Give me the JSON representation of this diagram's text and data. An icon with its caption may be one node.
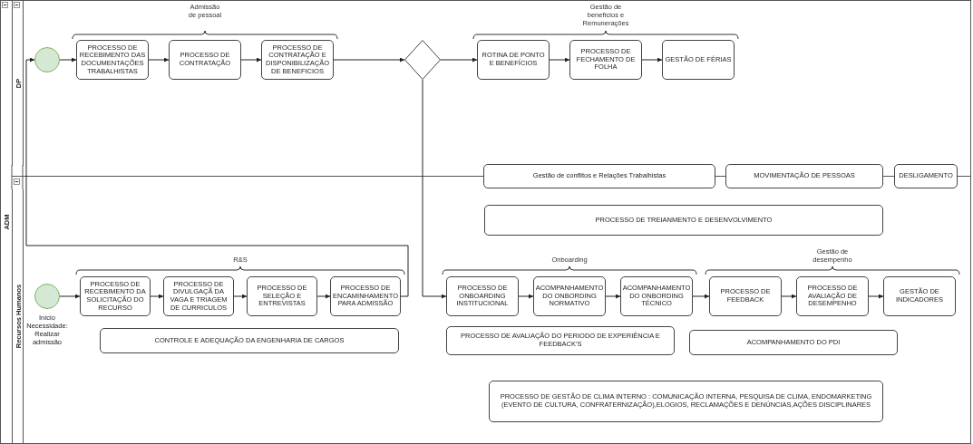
{
  "diagram": {
    "nodes": [
      {
        "text": [
          "ADM"
        ]
      },
      {
        "text": [
          "DP"
        ],
        "in": 0
      },
      {
        "text": [
          "Recursos Humanos"
        ],
        "in": 0
      },
      {
        "text": [],
        "shape": "circle",
        "in": 1
      },
      {
        "text": [
          "PROCESSO DE RECEBIMENTO DAS DOCUMENTAÇÕES TRABALHISTAS"
        ],
        "in": 1
      },
      {
        "text": [
          "PROCESSO DE CONTRATAÇÃO"
        ],
        "in": 1
      },
      {
        "text": [
          "PROCESSO DE CONTRATAÇÃO E DISPONIBILIZAÇÃO DE BENEFICIOS"
        ],
        "in": 1
      },
      {
        "text": [],
        "shape": "diamond",
        "in": 1
      },
      {
        "text": [
          "ROTINA DE PONTO E BENEFÍCIOS"
        ],
        "in": 1
      },
      {
        "text": [
          "PROCESSO DE FECHAMENTO DE FOLHA"
        ],
        "in": 1
      },
      {
        "text": [
          "GESTÃO DE FÉRIAS"
        ],
        "in": 1
      },
      {
        "text": [
          "Gestão de conflitos e Relações Trabalhistas"
        ],
        "in": 0
      },
      {
        "text": [
          "MOVIMENTAÇÃO DE PESSOAS"
        ],
        "in": 0
      },
      {
        "text": [
          "DESLIGAMENTO"
        ],
        "in": 0
      },
      {
        "text": [
          "PROCESSO DE TREIANMENTO E DESENVOLVIMENTO"
        ],
        "in": 2
      },
      {
        "text": [],
        "shape": "circle",
        "in": 2,
        "beside": [
          "Início Necessidade: Realizar admissão"
        ]
      },
      {
        "text": [
          "PROCESSO DE RECEBIMENTO DA SOLICITAÇÃO DO RECURSO"
        ],
        "in": 2
      },
      {
        "text": [
          "PROCESSO DE DIVULGAÇÃ DA VAGA E TRIAGEM DE CURRICULOS"
        ],
        "in": 2
      },
      {
        "text": [
          "PROCESSO DE SELEÇÃO E ENTREVISTAS"
        ],
        "in": 2
      },
      {
        "text": [
          "PROCESSO DE ENCAMINHAMENTO PARA ADMISSÃO"
        ],
        "in": 2
      },
      {
        "text": [
          "PROCESSO DE ONBOARDING INSTITUCIONAL"
        ],
        "in": 2
      },
      {
        "text": [
          "ACOMPANHAMENTO DO ONBORDING NORMATIVO"
        ],
        "in": 2
      },
      {
        "text": [
          "ACOMPANHAMENTO DO ONBORDING TÉCNICO"
        ],
        "in": 2
      },
      {
        "text": [
          "PROCESSO DE FEEDBACK"
        ],
        "in": 2
      },
      {
        "text": [
          "PROCESSO DE AVALIAÇÃO DE DESEMPENHO"
        ],
        "in": 2
      },
      {
        "text": [
          "GESTÃO DE INDICADORES"
        ],
        "in": 2
      },
      {
        "text": [
          "CONTROLE E ADEQUAÇÃO DA ENGENHARIA DE CARGOS"
        ],
        "in": 2
      },
      {
        "text": [
          "PROCESSO DE AVALIAÇÃO DO PERIODO DE EXPERIÊNCIA E FEEDBACK'S"
        ],
        "in": 2
      },
      {
        "text": [
          "ACOMPANHAMENTO DO PDI"
        ],
        "in": 2
      },
      {
        "text": [
          "PROCESSO DE GESTÃO DE CLIMA INTERNO : COMUNICAÇÃO INTERNA, PESQUISA DE CLIMA, ENDOMARKETING (EVENTO DE CULTURA, CONFRATERNIZAÇÃO),ELOGIOS, RECLAMAÇÕES E DENÚNCIAS,AÇÕES DISCIPLINARES"
        ],
        "in": 2
      }
    ],
    "edges": [
      {
        "from": 3,
        "to": 4,
        "arrow": "to"
      },
      {
        "from": 4,
        "to": 5,
        "arrow": "to"
      },
      {
        "from": 5,
        "to": 6,
        "arrow": "to"
      },
      {
        "from": 6,
        "to": 7,
        "arrow": "to"
      },
      {
        "from": 7,
        "to": 8,
        "arrow": "to"
      },
      {
        "from": 8,
        "to": 9,
        "arrow": "to"
      },
      {
        "from": 9,
        "to": 10,
        "arrow": "to"
      },
      {
        "from": 7,
        "to": 20,
        "arrow": "to"
      },
      {
        "from": 15,
        "to": 16,
        "arrow": "to"
      },
      {
        "from": 16,
        "to": 17,
        "arrow": "to"
      },
      {
        "from": 17,
        "to": 18,
        "arrow": "to"
      },
      {
        "from": 18,
        "to": 19,
        "arrow": "to"
      },
      {
        "from": 19,
        "to": 3,
        "arrow": "to"
      },
      {
        "from": 20,
        "to": 21,
        "arrow": "to"
      },
      {
        "from": 21,
        "to": 22,
        "arrow": "to"
      },
      {
        "from": 22,
        "to": 23,
        "arrow": "to"
      },
      {
        "from": 23,
        "to": 24,
        "arrow": "to"
      },
      {
        "from": 24,
        "to": 25,
        "arrow": "to"
      }
    ],
    "labels": [
      "Admissão de pessoal",
      "Gestão de benefícios e Remunerações",
      "R&S",
      "Onboarding",
      "Gestão de desempenho"
    ]
  }
}
